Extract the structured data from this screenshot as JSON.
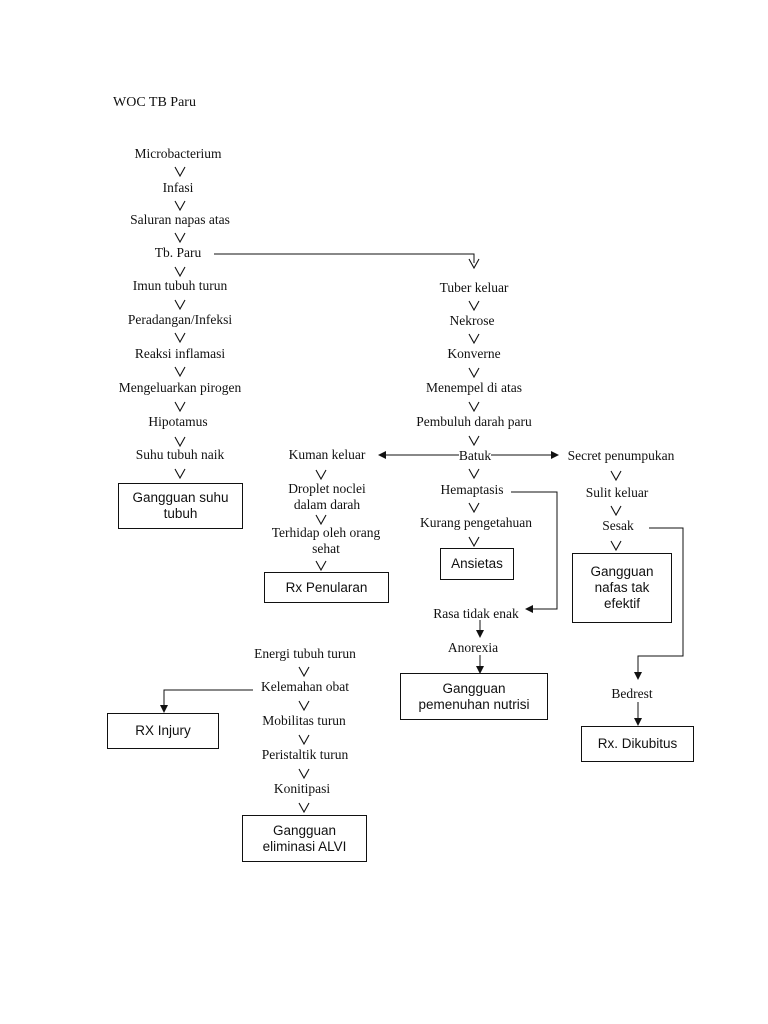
{
  "title": "WOC TB Paru",
  "nodes": {
    "microbacterium": "Microbacterium",
    "infasi": "Infasi",
    "saluran_napas_atas": "Saluran napas atas",
    "tb_paru": "Tb. Paru",
    "imun_tubuh_turun": "Imun tubuh turun",
    "peradangan_infeksi": "Peradangan/Infeksi",
    "reaksi_inflamasi": "Reaksi inflamasi",
    "mengeluarkan_pirogen": "Mengeluarkan pirogen",
    "hipotamus": "Hipotamus",
    "suhu_tubuh_naik": "Suhu tubuh naik",
    "tuber_keluar": "Tuber keluar",
    "nekrose": "Nekrose",
    "konverne": "Konverne",
    "menempel_di_atas": "Menempel di atas",
    "pembuluh_darah_paru": "Pembuluh darah paru",
    "batuk": "Batuk",
    "kuman_keluar": "Kuman keluar",
    "secret_penumpukan": "Secret penumpukan",
    "droplet": "Droplet noclei dalam darah",
    "terhidap": "Terhidap oleh orang sehat",
    "hemaptasis": "Hemaptasis",
    "kurang_pengetahuan": "Kurang pengetahuan",
    "sulit_keluar": "Sulit keluar",
    "sesak": "Sesak",
    "rasa_tidak_enak": "Rasa tidak enak",
    "anorexia": "Anorexia",
    "energi_tubuh_turun": "Energi tubuh turun",
    "kelemahan_obat": "Kelemahan obat",
    "mobilitas_turun": "Mobilitas turun",
    "peristaltik_turun": "Peristaltik turun",
    "konitipasi": "Konitipasi",
    "bedrest": "Bedrest"
  },
  "boxes": {
    "gangguan_suhu_tubuh": "Gangguan suhu tubuh",
    "rx_penularan": "Rx Penularan",
    "ansietas": "Ansietas",
    "gangguan_nafas": "Gangguan nafas tak efektif",
    "gangguan_nutrisi": "Gangguan pemenuhan nutrisi",
    "rx_injury": "RX Injury",
    "gangguan_eliminasi": "Gangguan eliminasi ALVI",
    "rx_dikubitus": "Rx. Dikubitus"
  },
  "colors": {
    "line": "#111111",
    "text": "#111111",
    "background": "#ffffff"
  }
}
